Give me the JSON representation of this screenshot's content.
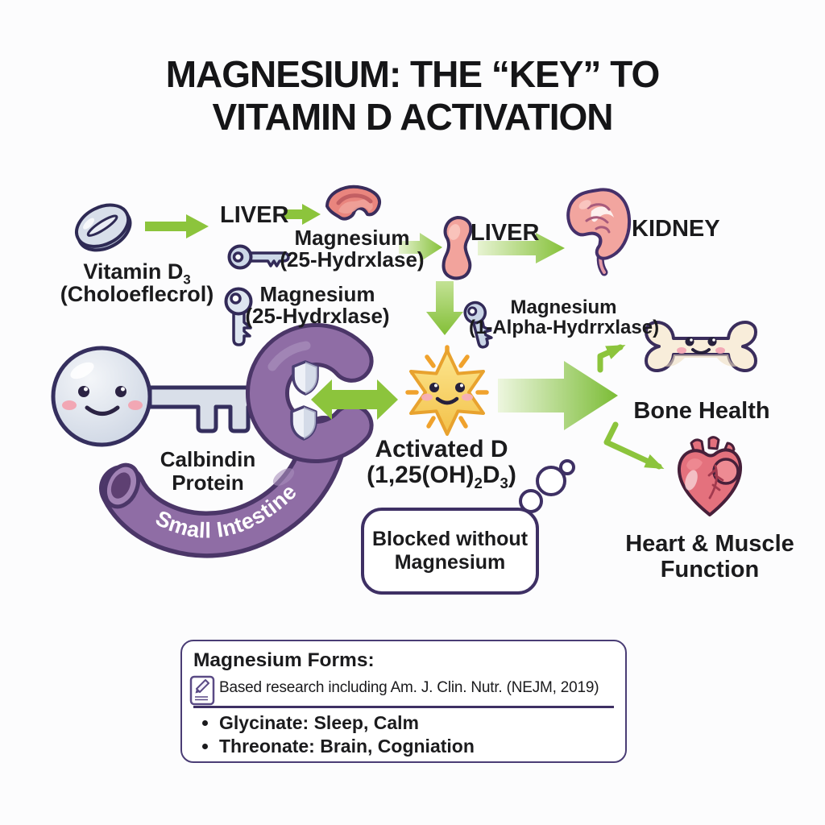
{
  "title": {
    "line1": "MAGNESIUM: THE “KEY” TO",
    "line2": "VITAMIN D ACTIVATION"
  },
  "colors": {
    "arrow_green": "#8cc43c",
    "intestine_purple": "#8f6da5",
    "outline_navy": "#3a2d5c",
    "ink": "#1b1b1d",
    "box_border": "#4a3d75",
    "star_yellow": "#f5cd55"
  },
  "nodes": {
    "vitamin_d3": {
      "name": "Vitamin D",
      "name_sub": "3",
      "alt": "(Choloeflecrol)"
    },
    "liver_step1": {
      "label": "LIVER"
    },
    "mg_25_hydroxylase_a": {
      "line1": "Magnesium",
      "line2": "(25-Hydrxlase)"
    },
    "mg_25_hydroxylase_b": {
      "line1": "Magnesium",
      "line2": "(25-Hydrxlase)"
    },
    "liver_step2": {
      "label": "LIVER"
    },
    "kidney": {
      "label": "KIDNEY"
    },
    "mg_1_alpha_hydroxylase": {
      "line1": "Magnesium",
      "line2": "(1-Alpha-Hydrrxlase)"
    },
    "calbindin": {
      "line1": "Calbindin",
      "line2": "Protein"
    },
    "small_intestine": {
      "label": "Small Intestine"
    },
    "activated_d": {
      "line1": "Activated D",
      "formula_a": "(1,25(OH)",
      "formula_sub1": "2",
      "formula_b": "D",
      "formula_sub2": "3",
      "formula_c": ")"
    },
    "blocked": {
      "line1": "Blocked without",
      "line2": "Magnesium"
    },
    "bone_health": {
      "label": "Bone Health"
    },
    "heart_muscle": {
      "line1": "Heart & Muscle",
      "line2": "Function"
    }
  },
  "forms_box": {
    "heading": "Magnesium Forms:",
    "source": "Based research including Am. J. Clin. Nutr. (NEJM, 2019)",
    "bullets": [
      "Glycinate: Sleep, Calm",
      "Threonate: Brain, Cogniation"
    ]
  }
}
